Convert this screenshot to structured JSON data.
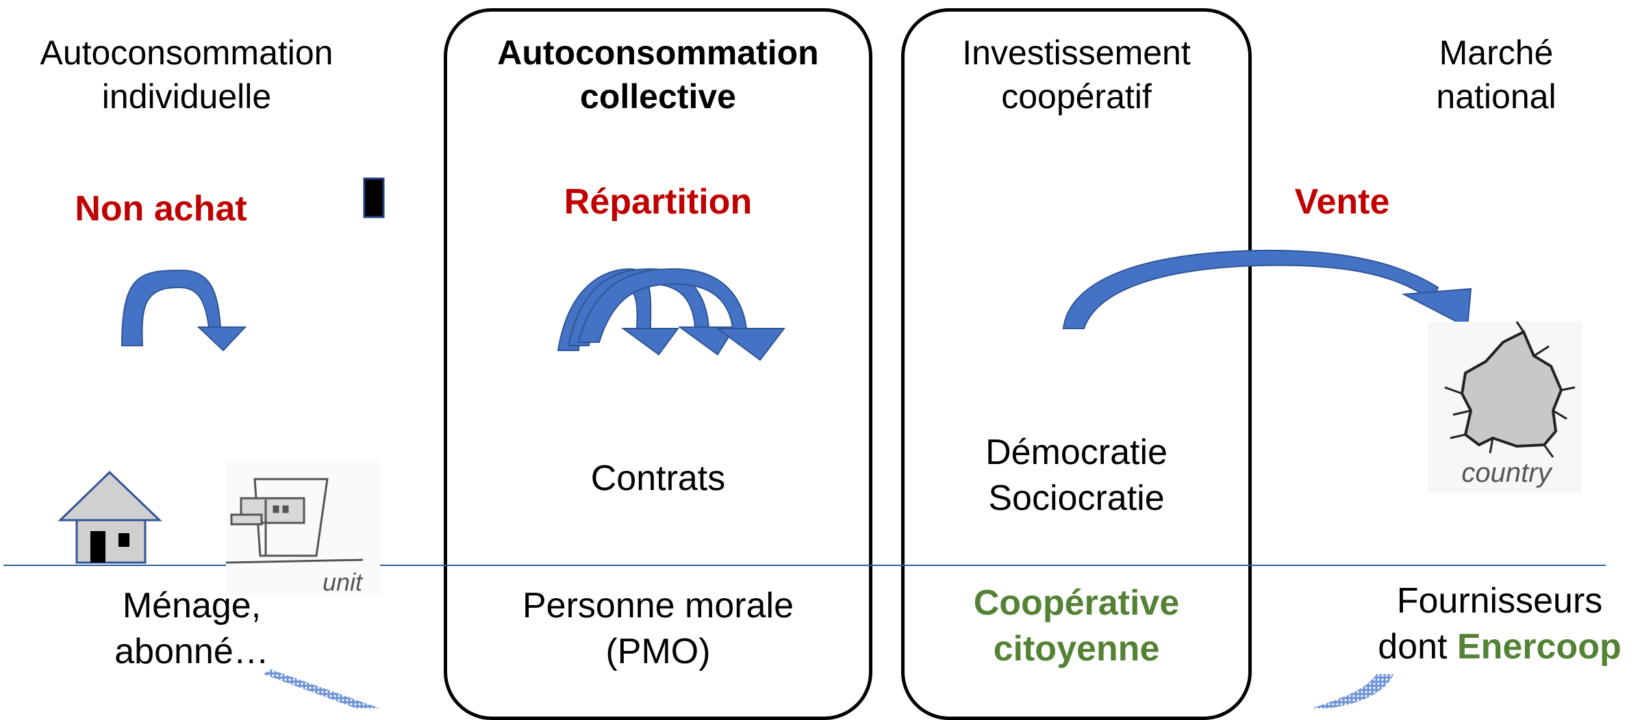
{
  "columns": {
    "individual": {
      "title_line1": "Autoconsommation",
      "title_line2": "individuelle",
      "flow_label": "Non achat",
      "actor_line1": "Ménage,",
      "actor_line2": "abonné…",
      "image_label": "unit"
    },
    "collective": {
      "title_line1": "Autoconsommation",
      "title_line2": "collective",
      "flow_label": "Répartition",
      "mechanism": "Contrats",
      "actor_line1": "Personne morale",
      "actor_line2": "(PMO)"
    },
    "cooperative": {
      "title_line1": "Investissement",
      "title_line2": "coopératif",
      "mechanism_line1": "Démocratie",
      "mechanism_line2": "Sociocratie",
      "actor_line1": "Coopérative",
      "actor_line2": "citoyenne"
    },
    "national": {
      "title_line1": "Marché",
      "title_line2": "national",
      "flow_label": "Vente",
      "image_label": "country",
      "actor_line1": "Fournisseurs",
      "actor_line2_prefix": "dont ",
      "actor_line2_highlight": "Enercoop"
    }
  },
  "colors": {
    "arrow_blue": "#4472c4",
    "arrow_blue_dark": "#2f5597",
    "flow_red": "#c00000",
    "coop_green": "#548235",
    "house_gray": "#d0d0d0",
    "divider_blue": "#2e5fa0"
  }
}
